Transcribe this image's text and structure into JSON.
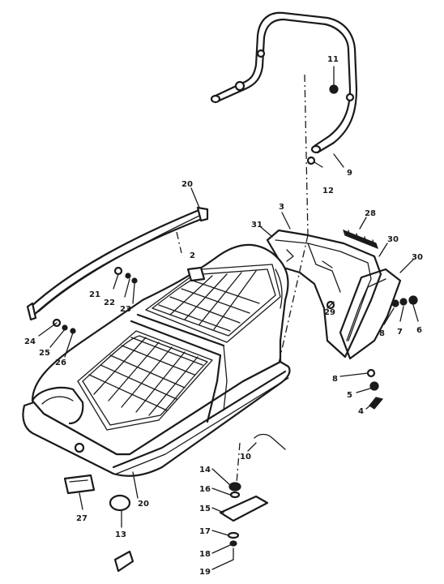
{
  "callouts": [
    {
      "id": "11",
      "text": "11"
    },
    {
      "id": "9",
      "text": "9"
    },
    {
      "id": "12",
      "text": "12"
    },
    {
      "id": "20a",
      "text": "20"
    },
    {
      "id": "3",
      "text": "3"
    },
    {
      "id": "28",
      "text": "28"
    },
    {
      "id": "31",
      "text": "31"
    },
    {
      "id": "30a",
      "text": "30"
    },
    {
      "id": "30b",
      "text": "30"
    },
    {
      "id": "2",
      "text": "2"
    },
    {
      "id": "21",
      "text": "21"
    },
    {
      "id": "22",
      "text": "22"
    },
    {
      "id": "23",
      "text": "23"
    },
    {
      "id": "29",
      "text": "29"
    },
    {
      "id": "8a",
      "text": "8"
    },
    {
      "id": "7",
      "text": "7"
    },
    {
      "id": "6",
      "text": "6"
    },
    {
      "id": "24",
      "text": "24"
    },
    {
      "id": "25",
      "text": "25"
    },
    {
      "id": "26",
      "text": "26"
    },
    {
      "id": "8b",
      "text": "8"
    },
    {
      "id": "5",
      "text": "5"
    },
    {
      "id": "4",
      "text": "4"
    },
    {
      "id": "10",
      "text": "10"
    },
    {
      "id": "14",
      "text": "14"
    },
    {
      "id": "16",
      "text": "16"
    },
    {
      "id": "15",
      "text": "15"
    },
    {
      "id": "17",
      "text": "17"
    },
    {
      "id": "18",
      "text": "18"
    },
    {
      "id": "19",
      "text": "19"
    },
    {
      "id": "27",
      "text": "27"
    },
    {
      "id": "13",
      "text": "13"
    },
    {
      "id": "20b",
      "text": "20"
    }
  ]
}
